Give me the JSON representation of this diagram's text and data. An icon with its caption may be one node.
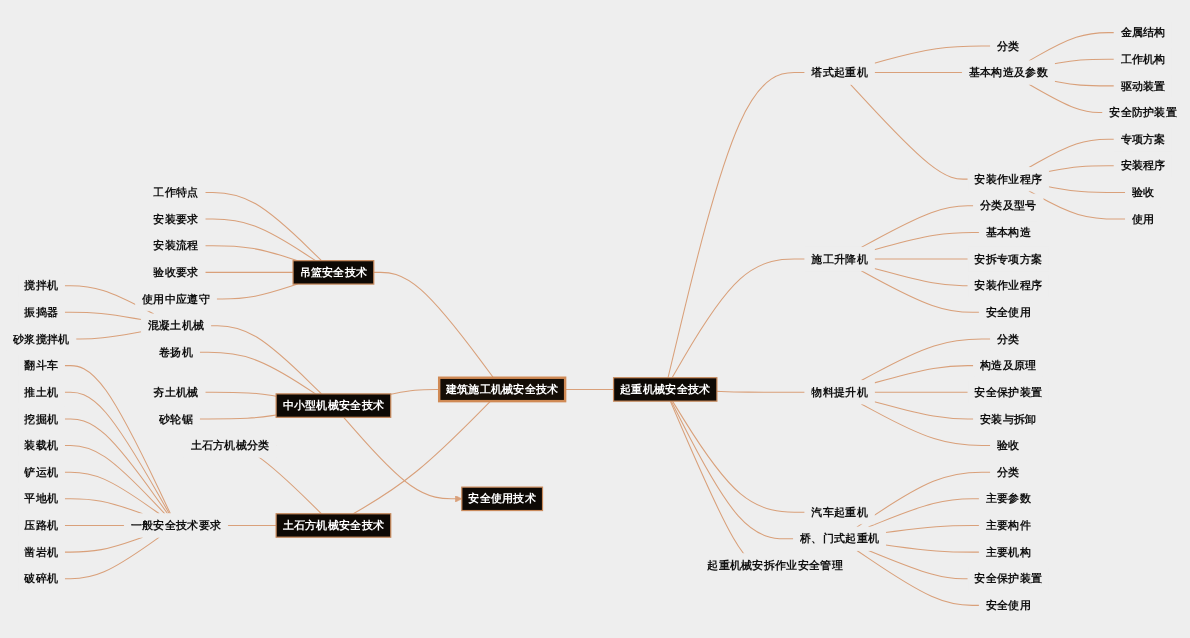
{
  "diagram": {
    "nodes": [
      {
        "text": [
          "建筑施工机械安全技术"
        ]
      },
      {
        "text": [
          "吊篮安全技术"
        ]
      },
      {
        "text": [
          "工作特点"
        ]
      },
      {
        "text": [
          "安装要求"
        ]
      },
      {
        "text": [
          "安装流程"
        ]
      },
      {
        "text": [
          "验收要求"
        ]
      },
      {
        "text": [
          "使用中应遵守"
        ]
      },
      {
        "text": [
          "安全使用技术"
        ]
      },
      {
        "text": [
          "中小型机械安全技术"
        ]
      },
      {
        "text": [
          "混凝土机械"
        ]
      },
      {
        "text": [
          "搅拌机"
        ]
      },
      {
        "text": [
          "振捣器"
        ]
      },
      {
        "text": [
          "砂浆搅拌机"
        ]
      },
      {
        "text": [
          "卷扬机"
        ]
      },
      {
        "text": [
          "夯土机械"
        ]
      },
      {
        "text": [
          "砂轮锯"
        ]
      },
      {
        "text": [
          "土石方机械安全技术"
        ]
      },
      {
        "text": [
          "土石方机械分类"
        ]
      },
      {
        "text": [
          "一般安全技术要求"
        ]
      },
      {
        "text": [
          "翻斗车"
        ]
      },
      {
        "text": [
          "推土机"
        ]
      },
      {
        "text": [
          "挖掘机"
        ]
      },
      {
        "text": [
          "装载机"
        ]
      },
      {
        "text": [
          "铲运机"
        ]
      },
      {
        "text": [
          "平地机"
        ]
      },
      {
        "text": [
          "压路机"
        ]
      },
      {
        "text": [
          "凿岩机"
        ]
      },
      {
        "text": [
          "破碎机"
        ]
      },
      {
        "text": [
          "起重机械安全技术"
        ]
      },
      {
        "text": [
          "塔式起重机"
        ]
      },
      {
        "text": [
          "分类"
        ]
      },
      {
        "text": [
          "基本构造及参数"
        ]
      },
      {
        "text": [
          "金属结构"
        ]
      },
      {
        "text": [
          "工作机构"
        ]
      },
      {
        "text": [
          "驱动装置"
        ]
      },
      {
        "text": [
          "安全防护装置"
        ]
      },
      {
        "text": [
          "安装作业程序"
        ]
      },
      {
        "text": [
          "专项方案"
        ]
      },
      {
        "text": [
          "安装程序"
        ]
      },
      {
        "text": [
          "验收"
        ]
      },
      {
        "text": [
          "使用"
        ]
      },
      {
        "text": [
          "施工升降机"
        ]
      },
      {
        "text": [
          "分类及型号"
        ]
      },
      {
        "text": [
          "基本构造"
        ]
      },
      {
        "text": [
          "安拆专项方案"
        ]
      },
      {
        "text": [
          "安装作业程序"
        ]
      },
      {
        "text": [
          "安全使用"
        ]
      },
      {
        "text": [
          "物料提升机"
        ]
      },
      {
        "text": [
          "分类"
        ]
      },
      {
        "text": [
          "构造及原理"
        ]
      },
      {
        "text": [
          "安全保护装置"
        ]
      },
      {
        "text": [
          "安装与拆卸"
        ]
      },
      {
        "text": [
          "验收"
        ]
      },
      {
        "text": [
          "汽车起重机"
        ]
      },
      {
        "text": [
          "桥、门式起重机"
        ]
      },
      {
        "text": [
          "分类"
        ]
      },
      {
        "text": [
          "主要参数"
        ]
      },
      {
        "text": [
          "主要构件"
        ]
      },
      {
        "text": [
          "主要机构"
        ]
      },
      {
        "text": [
          "安全保护装置"
        ]
      },
      {
        "text": [
          "安全使用"
        ]
      },
      {
        "text": [
          "起重机械安拆作业安全管理"
        ]
      }
    ],
    "edges": [
      {
        "from": 1,
        "to": 0,
        "arrow": "none"
      },
      {
        "from": 2,
        "to": 1,
        "arrow": "none"
      },
      {
        "from": 3,
        "to": 1,
        "arrow": "none"
      },
      {
        "from": 4,
        "to": 1,
        "arrow": "none"
      },
      {
        "from": 5,
        "to": 1,
        "arrow": "none"
      },
      {
        "from": 6,
        "to": 1,
        "arrow": "none"
      },
      {
        "from": 8,
        "to": 0,
        "arrow": "none"
      },
      {
        "from": 8,
        "to": 7,
        "arrow": "to"
      },
      {
        "from": 9,
        "to": 8,
        "arrow": "none"
      },
      {
        "from": 10,
        "to": 9,
        "arrow": "none"
      },
      {
        "from": 11,
        "to": 9,
        "arrow": "none"
      },
      {
        "from": 12,
        "to": 9,
        "arrow": "none"
      },
      {
        "from": 13,
        "to": 8,
        "arrow": "none"
      },
      {
        "from": 14,
        "to": 8,
        "arrow": "none"
      },
      {
        "from": 15,
        "to": 8,
        "arrow": "none"
      },
      {
        "from": 16,
        "to": 0,
        "arrow": "none"
      },
      {
        "from": 17,
        "to": 16,
        "arrow": "none"
      },
      {
        "from": 18,
        "to": 16,
        "arrow": "none"
      },
      {
        "from": 19,
        "to": 18,
        "arrow": "none"
      },
      {
        "from": 20,
        "to": 18,
        "arrow": "none"
      },
      {
        "from": 21,
        "to": 18,
        "arrow": "none"
      },
      {
        "from": 22,
        "to": 18,
        "arrow": "none"
      },
      {
        "from": 23,
        "to": 18,
        "arrow": "none"
      },
      {
        "from": 24,
        "to": 18,
        "arrow": "none"
      },
      {
        "from": 25,
        "to": 18,
        "arrow": "none"
      },
      {
        "from": 26,
        "to": 18,
        "arrow": "none"
      },
      {
        "from": 27,
        "to": 18,
        "arrow": "none"
      },
      {
        "from": 0,
        "to": 28,
        "arrow": "none"
      },
      {
        "from": 28,
        "to": 29,
        "arrow": "none"
      },
      {
        "from": 29,
        "to": 30,
        "arrow": "none"
      },
      {
        "from": 29,
        "to": 31,
        "arrow": "none"
      },
      {
        "from": 31,
        "to": 32,
        "arrow": "none"
      },
      {
        "from": 31,
        "to": 33,
        "arrow": "none"
      },
      {
        "from": 31,
        "to": 34,
        "arrow": "none"
      },
      {
        "from": 31,
        "to": 35,
        "arrow": "none"
      },
      {
        "from": 29,
        "to": 36,
        "arrow": "none"
      },
      {
        "from": 36,
        "to": 37,
        "arrow": "none"
      },
      {
        "from": 36,
        "to": 38,
        "arrow": "none"
      },
      {
        "from": 36,
        "to": 39,
        "arrow": "none"
      },
      {
        "from": 36,
        "to": 40,
        "arrow": "none"
      },
      {
        "from": 28,
        "to": 41,
        "arrow": "none"
      },
      {
        "from": 41,
        "to": 42,
        "arrow": "none"
      },
      {
        "from": 41,
        "to": 43,
        "arrow": "none"
      },
      {
        "from": 41,
        "to": 44,
        "arrow": "none"
      },
      {
        "from": 41,
        "to": 45,
        "arrow": "none"
      },
      {
        "from": 41,
        "to": 46,
        "arrow": "none"
      },
      {
        "from": 28,
        "to": 47,
        "arrow": "none"
      },
      {
        "from": 47,
        "to": 48,
        "arrow": "none"
      },
      {
        "from": 47,
        "to": 49,
        "arrow": "none"
      },
      {
        "from": 47,
        "to": 50,
        "arrow": "none"
      },
      {
        "from": 47,
        "to": 51,
        "arrow": "none"
      },
      {
        "from": 47,
        "to": 52,
        "arrow": "none"
      },
      {
        "from": 28,
        "to": 53,
        "arrow": "none"
      },
      {
        "from": 28,
        "to": 54,
        "arrow": "none"
      },
      {
        "from": 54,
        "to": 55,
        "arrow": "none"
      },
      {
        "from": 54,
        "to": 56,
        "arrow": "none"
      },
      {
        "from": 54,
        "to": 57,
        "arrow": "none"
      },
      {
        "from": 54,
        "to": 58,
        "arrow": "none"
      },
      {
        "from": 54,
        "to": 59,
        "arrow": "none"
      },
      {
        "from": 54,
        "to": 60,
        "arrow": "none"
      },
      {
        "from": 28,
        "to": 61,
        "arrow": "none"
      }
    ]
  }
}
